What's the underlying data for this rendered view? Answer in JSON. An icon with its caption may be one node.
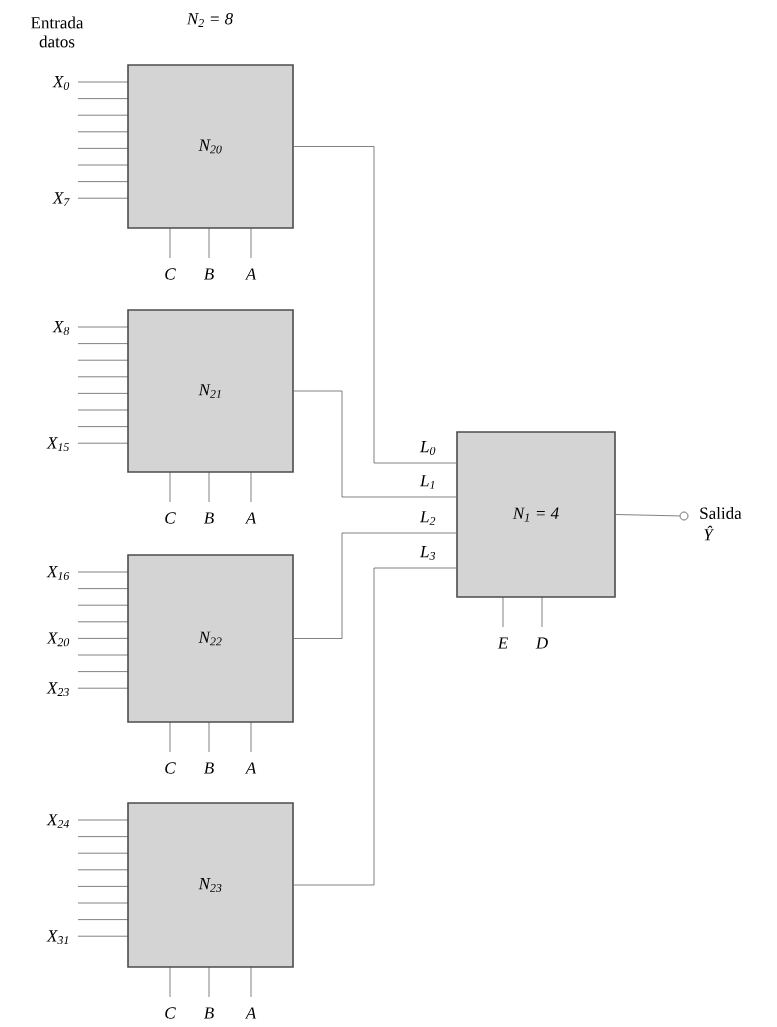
{
  "diagram": {
    "nodes": [
      {
        "text": [
          "N$_{20}$"
        ],
        "beside": [
          "X$_{0}$",
          "X$_{7}$",
          "C",
          "B",
          "A"
        ]
      },
      {
        "text": [
          "N$_{21}$"
        ],
        "beside": [
          "X$_{8}$",
          "X$_{15}$",
          "C",
          "B",
          "A"
        ]
      },
      {
        "text": [
          "N$_{22}$"
        ],
        "beside": [
          "X$_{16}$",
          "X$_{20}$",
          "X$_{23}$",
          "C",
          "B",
          "A"
        ]
      },
      {
        "text": [
          "N$_{23}$"
        ],
        "beside": [
          "X$_{24}$",
          "X$_{31}$",
          "C",
          "B",
          "A"
        ]
      },
      {
        "text": [
          "N$_{1}$ = 4"
        ],
        "beside": [
          "E",
          "D"
        ]
      },
      {
        "text": [],
        "shape": "circle",
        "beside": [
          "Salida",
          "Ŷ"
        ]
      }
    ],
    "edges": [
      {
        "from": 0,
        "to": 4,
        "arrow": "none",
        "label": "L$_{0}$"
      },
      {
        "from": 1,
        "to": 4,
        "arrow": "none",
        "label": "L$_{1}$"
      },
      {
        "from": 2,
        "to": 4,
        "arrow": "none",
        "label": "L$_{2}$"
      },
      {
        "from": 3,
        "to": 4,
        "arrow": "none",
        "label": "L$_{3}$"
      },
      {
        "from": 4,
        "to": 5,
        "arrow": "none"
      }
    ],
    "labels": [
      "Entrada datos",
      "N$_{2}$ = 8"
    ]
  }
}
